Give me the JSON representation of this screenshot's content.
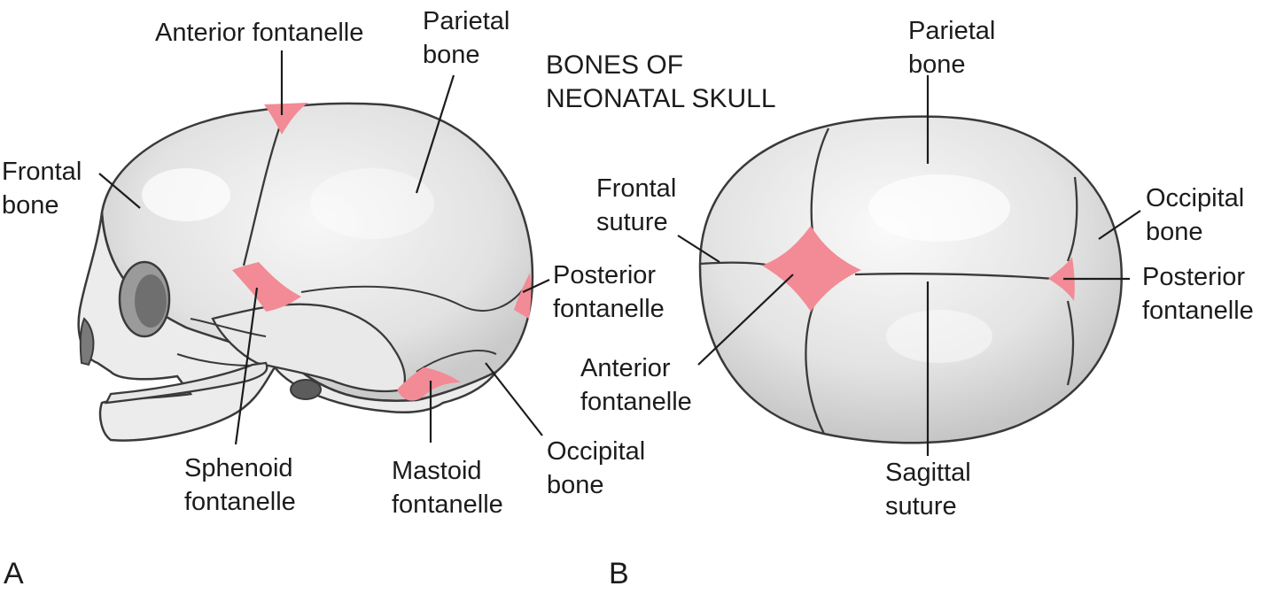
{
  "title": {
    "line1": "BONES OF",
    "line2": "NEONATAL SKULL"
  },
  "panels": {
    "a": "A",
    "b": "B"
  },
  "lateral": {
    "anterior_fontanelle": "Anterior fontanelle",
    "parietal_bone": {
      "line1": "Parietal",
      "line2": "bone"
    },
    "frontal_bone": {
      "line1": "Frontal",
      "line2": "bone"
    },
    "posterior_fontanelle": {
      "line1": "Posterior",
      "line2": "fontanelle"
    },
    "sphenoid_fontanelle": {
      "line1": "Sphenoid",
      "line2": "fontanelle"
    },
    "mastoid_fontanelle": {
      "line1": "Mastoid",
      "line2": "fontanelle"
    },
    "occipital_bone": {
      "line1": "Occipital",
      "line2": "bone"
    }
  },
  "superior": {
    "parietal_bone": {
      "line1": "Parietal",
      "line2": "bone"
    },
    "frontal_suture": {
      "line1": "Frontal",
      "line2": "suture"
    },
    "occipital_bone": {
      "line1": "Occipital",
      "line2": "bone"
    },
    "posterior_fontanelle": {
      "line1": "Posterior",
      "line2": "fontanelle"
    },
    "anterior_fontanelle": {
      "line1": "Anterior",
      "line2": "fontanelle"
    },
    "sagittal_suture": {
      "line1": "Sagittal",
      "line2": "suture"
    }
  },
  "colors": {
    "fontanelle": "#f28b95",
    "bone": "#e4e4e4",
    "outline": "#3a3a3a",
    "shade": "#cfcfcf"
  }
}
